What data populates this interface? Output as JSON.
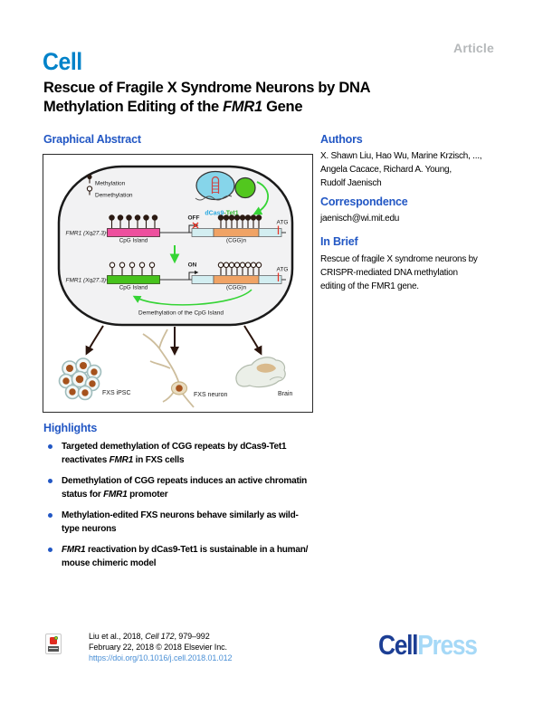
{
  "header": {
    "article_label": "Article",
    "journal_logo": "Cell"
  },
  "title": {
    "line1": "Rescue of Fragile X Syndrome Neurons by DNA",
    "line2_segments": [
      {
        "t": "Methylation Editing of the "
      },
      {
        "t": "FMR1",
        "i": true
      },
      {
        "t": " Gene"
      }
    ]
  },
  "left_column": {
    "graphical_abstract_heading": "Graphical Abstract",
    "highlights_heading": "Highlights",
    "highlights": [
      {
        "segments": [
          {
            "t": "Targeted demethylation of CGG repeats by dCas9-Tet1",
            "br": true
          },
          {
            "t": "reactivates "
          },
          {
            "t": "FMR1",
            "i": true
          },
          {
            "t": " in FXS cells"
          }
        ]
      },
      {
        "segments": [
          {
            "t": "Demethylation of CGG repeats induces an active chromatin",
            "br": true
          },
          {
            "t": "status for "
          },
          {
            "t": "FMR1",
            "i": true
          },
          {
            "t": " promoter"
          }
        ]
      },
      {
        "segments": [
          {
            "t": "Methylation-edited FXS neurons behave similarly as wild-",
            "br": true
          },
          {
            "t": "type neurons"
          }
        ]
      },
      {
        "segments": [
          {
            "t": "FMR1",
            "i": true
          },
          {
            "t": " reactivation by dCas9-Tet1 is sustainable in a human/",
            "br": true
          },
          {
            "t": "mouse chimeric model"
          }
        ]
      }
    ]
  },
  "right_column": {
    "authors_heading": "Authors",
    "authors_lines": [
      "X. Shawn Liu, Hao Wu, Marine Krzisch, ...,",
      "Angela Cacace, Richard A. Young,",
      "Rudolf Jaenisch"
    ],
    "correspondence_heading": "Correspondence",
    "email": "jaenisch@wi.mit.edu",
    "in_brief_heading": "In Brief",
    "in_brief_lines": [
      "Rescue of fragile X syndrome neurons by",
      "CRISPR-mediated DNA methylation",
      "editing of the FMR1 gene."
    ]
  },
  "figure": {
    "legend": {
      "methylation": "Methylation",
      "demethylation": "Demethylation"
    },
    "complex": {
      "dcas9": "dCas9",
      "tet1": "-Tet1"
    },
    "states": {
      "off": "OFF",
      "on": "ON"
    },
    "gene": {
      "name": "FMR1",
      "locus": " (Xq27.3)"
    },
    "labels": {
      "cpg_island": "CpG Island",
      "cgg": "(CGG)n",
      "atg": "ATG",
      "demethylation_caption": "Demethylation of the CpG Island"
    },
    "bottom": {
      "ipsc": "FXS iPSC",
      "neuron": "FXS neuron",
      "brain": "Brain"
    }
  },
  "footer": {
    "citation_segments": [
      {
        "t": "Liu et al., 2018, "
      },
      {
        "t": "Cell 172",
        "i": true
      },
      {
        "t": ", 979–992"
      }
    ],
    "copyright_line": "February 22, 2018 © 2018 Elsevier Inc.",
    "doi": "https://doi.org/10.1016/j.cell.2018.01.012",
    "publisher": {
      "dark": "Cell",
      "light": "Press"
    }
  },
  "colors": {
    "heading_blue": "#2257c4",
    "cell_logo_blue": "#0082c9",
    "link_blue": "#4b90d6",
    "article_gray": "#b5b8ba",
    "press_dark": "#1c3e94",
    "press_light": "#a6d9f7",
    "cpg_methylated": "#ee4f9e",
    "cpg_demethylated": "#47c31d",
    "cgg_repeat": "#f0a365",
    "flank_box": "#d3eef1",
    "green_arrow": "#35d435",
    "off_red": "#e8362a"
  }
}
